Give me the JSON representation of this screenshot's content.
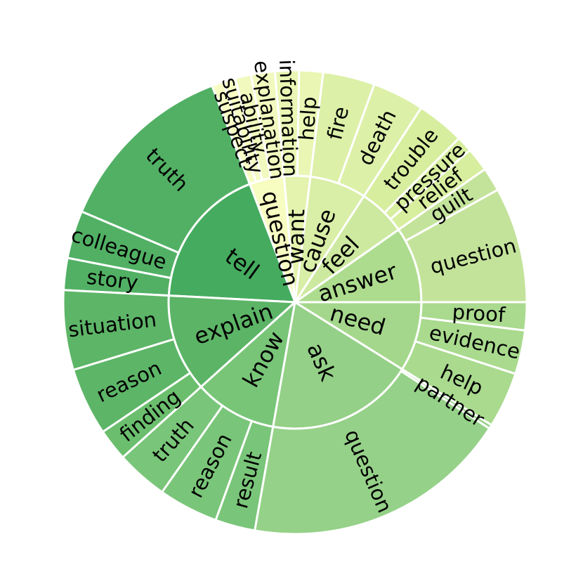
{
  "chart_data": {
    "type": "sunburst",
    "unit": "degrees of arc",
    "start_angle_deg": 0,
    "direction": "counterclockwise",
    "inner": [
      {
        "label": "answer",
        "value": 35.0,
        "color": "#addc8e"
      },
      {
        "label": "feel",
        "value": 22.0,
        "color": "#cde9a0"
      },
      {
        "label": "cause",
        "value": 26.0,
        "color": "#d9eea6"
      },
      {
        "label": "want",
        "value": 12.0,
        "color": "#e4f3ad"
      },
      {
        "label": "question",
        "value": 16.0,
        "color": "#f7fcc1"
      },
      {
        "label": "tell",
        "value": 66.0,
        "color": "#45ab5f"
      },
      {
        "label": "explain",
        "value": 45.0,
        "color": "#5cb466"
      },
      {
        "label": "know",
        "value": 38.0,
        "color": "#78c578"
      },
      {
        "label": "ask",
        "value": 68.0,
        "color": "#94d087"
      },
      {
        "label": "need",
        "value": 32.0,
        "color": "#a4d78b"
      }
    ],
    "outer": [
      {
        "label": "question",
        "parent": "answer",
        "value": 29.0,
        "color": "#c3e39a"
      },
      {
        "label": "guilt",
        "parent": "answer",
        "value": 6.0,
        "color": "#c3e39a"
      },
      {
        "label": "relief",
        "parent": "feel",
        "value": 6.0,
        "color": "#d7ee9f"
      },
      {
        "label": "pressure",
        "parent": "feel",
        "value": 4.0,
        "color": "#d7ee9f"
      },
      {
        "label": "trouble",
        "parent": "feel",
        "value": 12.0,
        "color": "#d7ee9f"
      },
      {
        "label": "death",
        "parent": "cause",
        "value": 13.0,
        "color": "#dcf0a8"
      },
      {
        "label": "fire",
        "parent": "cause",
        "value": 13.0,
        "color": "#dcf0a8"
      },
      {
        "label": "help",
        "parent": "want",
        "value": 6.0,
        "color": "#e9f6b4"
      },
      {
        "label": "information",
        "parent": "want",
        "value": 6.0,
        "color": "#e9f6b4"
      },
      {
        "label": "explanation",
        "parent": "question",
        "value": 6.0,
        "color": "#f2f9be"
      },
      {
        "label": "ability",
        "parent": "question",
        "value": 4.0,
        "color": "#f2f9be"
      },
      {
        "label": "suitability",
        "parent": "question",
        "value": 3.0,
        "color": "#f7fcc4"
      },
      {
        "label": "suspect",
        "parent": "question",
        "value": 3.0,
        "color": "#f7fcc4"
      },
      {
        "label": "truth",
        "parent": "tell",
        "value": 46.0,
        "color": "#51b064"
      },
      {
        "label": "colleague",
        "parent": "tell",
        "value": 12.0,
        "color": "#51b064"
      },
      {
        "label": "story",
        "parent": "tell",
        "value": 8.0,
        "color": "#51b064"
      },
      {
        "label": "situation",
        "parent": "explain",
        "value": 20.0,
        "color": "#5db567"
      },
      {
        "label": "reason",
        "parent": "explain",
        "value": 17.0,
        "color": "#5db567"
      },
      {
        "label": "finding",
        "parent": "explain",
        "value": 8.0,
        "color": "#6abe6d"
      },
      {
        "label": "truth",
        "parent": "know",
        "value": 13.0,
        "color": "#79c579"
      },
      {
        "label": "reason",
        "parent": "know",
        "value": 15.0,
        "color": "#79c579"
      },
      {
        "label": "result",
        "parent": "know",
        "value": 10.0,
        "color": "#79c579"
      },
      {
        "label": "question",
        "parent": "ask",
        "value": 67.0,
        "color": "#95d188"
      },
      {
        "label": "partner",
        "parent": "ask",
        "value": 1.0,
        "color": "#95d188"
      },
      {
        "label": "help",
        "parent": "need",
        "value": 14.0,
        "color": "#a9da8e"
      },
      {
        "label": "evidence",
        "parent": "need",
        "value": 11.0,
        "color": "#a9da8e"
      },
      {
        "label": "proof",
        "parent": "need",
        "value": 7.0,
        "color": "#a9da8e"
      }
    ]
  }
}
